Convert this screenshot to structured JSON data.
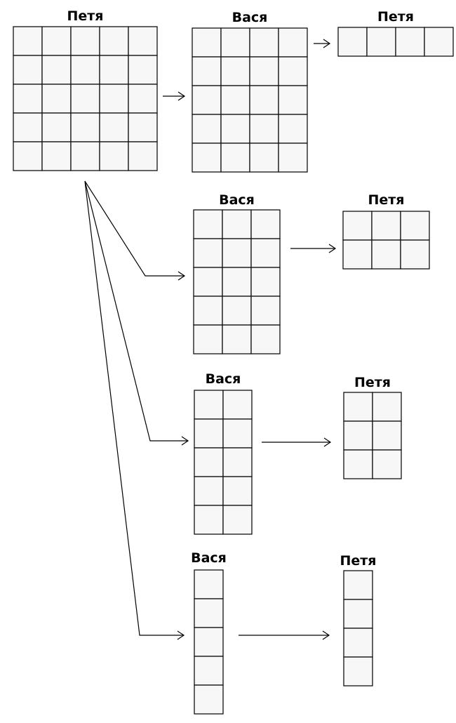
{
  "grids": [
    {
      "id": "g1",
      "label": "Петя",
      "rows": 5,
      "cols": 5
    },
    {
      "id": "g2",
      "label": "Вася",
      "rows": 5,
      "cols": 4
    },
    {
      "id": "g3",
      "label": "Петя",
      "rows": 1,
      "cols": 4
    },
    {
      "id": "g4",
      "label": "Вася",
      "rows": 5,
      "cols": 3
    },
    {
      "id": "g5",
      "label": "Петя",
      "rows": 2,
      "cols": 3
    },
    {
      "id": "g6",
      "label": "Вася",
      "rows": 5,
      "cols": 2
    },
    {
      "id": "g7",
      "label": "Петя",
      "rows": 3,
      "cols": 2
    },
    {
      "id": "g8",
      "label": "Вася",
      "rows": 5,
      "cols": 1
    },
    {
      "id": "g9",
      "label": "Петя",
      "rows": 4,
      "cols": 1
    }
  ],
  "arrows": [
    {
      "from": "g1",
      "to": "g2"
    },
    {
      "from": "g2",
      "to": "g3"
    },
    {
      "from": "g1",
      "to": "g4"
    },
    {
      "from": "g4",
      "to": "g5"
    },
    {
      "from": "g1",
      "to": "g6"
    },
    {
      "from": "g6",
      "to": "g7"
    },
    {
      "from": "g1",
      "to": "g8"
    },
    {
      "from": "g8",
      "to": "g9"
    }
  ]
}
